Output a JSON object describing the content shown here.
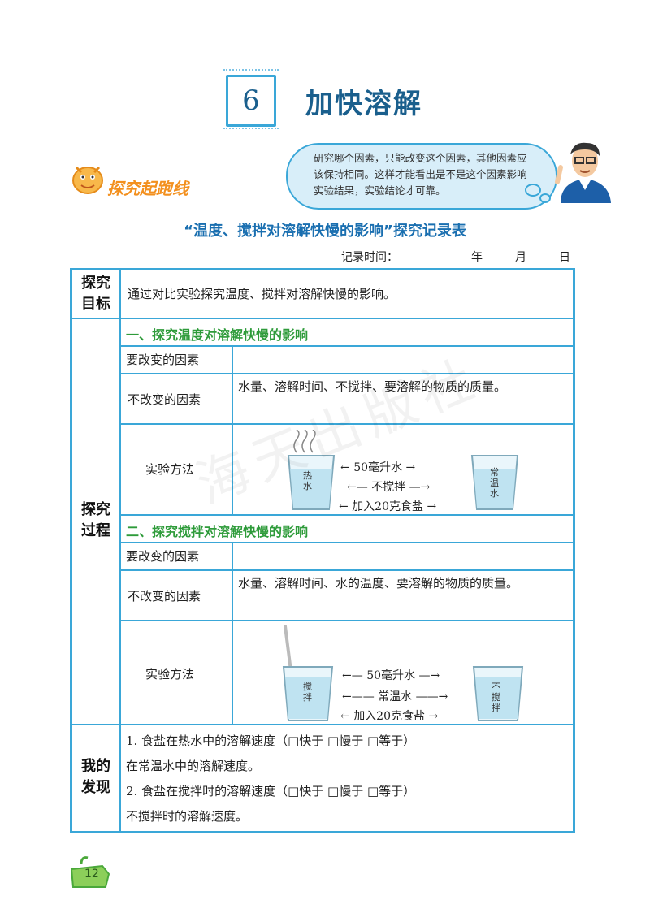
{
  "chapter": {
    "number": "6",
    "title": "加快溶解"
  },
  "logo": {
    "text": "探究起跑线"
  },
  "bubble": {
    "text": "研究哪个因素，只能改变这个因素，其他因素应该保持相同。这样才能看出是不是这个因素影响实验结果，实验结论才可靠。"
  },
  "record": {
    "title": "“温度、搅拌对溶解快慢的影响”探究记录表",
    "time_label": "记录时间：",
    "year": "年",
    "month": "月",
    "day": "日"
  },
  "table": {
    "goal_header_1": "探究",
    "goal_header_2": "目标",
    "goal_text": "通过对比实验探究温度、搅拌对溶解快慢的影响。",
    "process_header_1": "探究",
    "process_header_2": "过程",
    "part1": {
      "title": "一、探究温度对溶解快慢的影响",
      "change_label": "要改变的因素",
      "change_value": "",
      "keep_label": "不改变的因素",
      "keep_value": "水量、溶解时间、不搅拌、要溶解的物质的质量。",
      "method_label": "实验方法",
      "left_cup": "热水",
      "right_cup": "常温水",
      "arrows": [
        "50毫升水",
        "不搅拌",
        "加入20克食盐"
      ]
    },
    "part2": {
      "title": "二、探究搅拌对溶解快慢的影响",
      "change_label": "要改变的因素",
      "change_value": "",
      "keep_label": "不改变的因素",
      "keep_value": "水量、溶解时间、水的温度、要溶解的物质的质量。",
      "method_label": "实验方法",
      "left_cup": "搅拌",
      "right_cup": "不搅拌",
      "arrows": [
        "50毫升水",
        "常温水",
        "加入20克食盐"
      ]
    },
    "finding_header_1": "我的",
    "finding_header_2": "发现",
    "finding1_line1": "1. 食盐在热水中的溶解速度（□快于  □慢于  □等于）",
    "finding1_line2": "在常温水中的溶解速度。",
    "finding2_line1": "2. 食盐在搅拌时的溶解速度（□快于  □慢于  □等于）",
    "finding2_line2": "不搅拌时的溶解速度。"
  },
  "watermark": "海天出版社",
  "page_number": "12"
}
